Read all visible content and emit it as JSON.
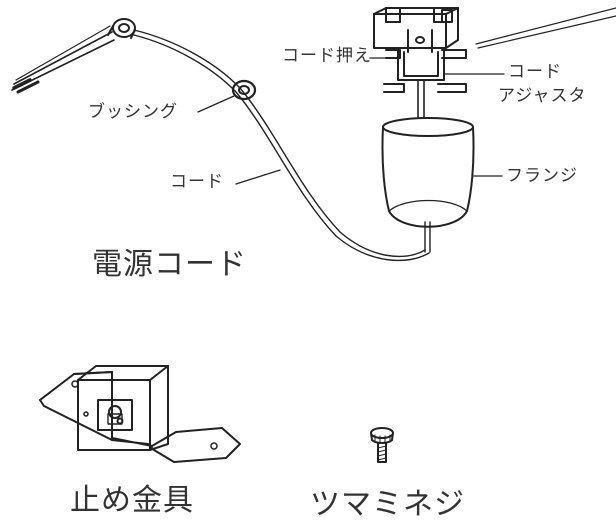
{
  "labels": {
    "bushing": "ブッシング",
    "cord_mid": "コード",
    "cord_holder": "コード押え",
    "cord_adjuster_line1": "コード",
    "cord_adjuster_line2": "アジャスタ",
    "flange": "フランジ"
  },
  "captions": {
    "power_cord": "電源コード",
    "stop_bracket": "止め金具",
    "knob_screw": "ツマミネジ"
  },
  "colors": {
    "stroke": "#222222",
    "text": "#333333"
  }
}
